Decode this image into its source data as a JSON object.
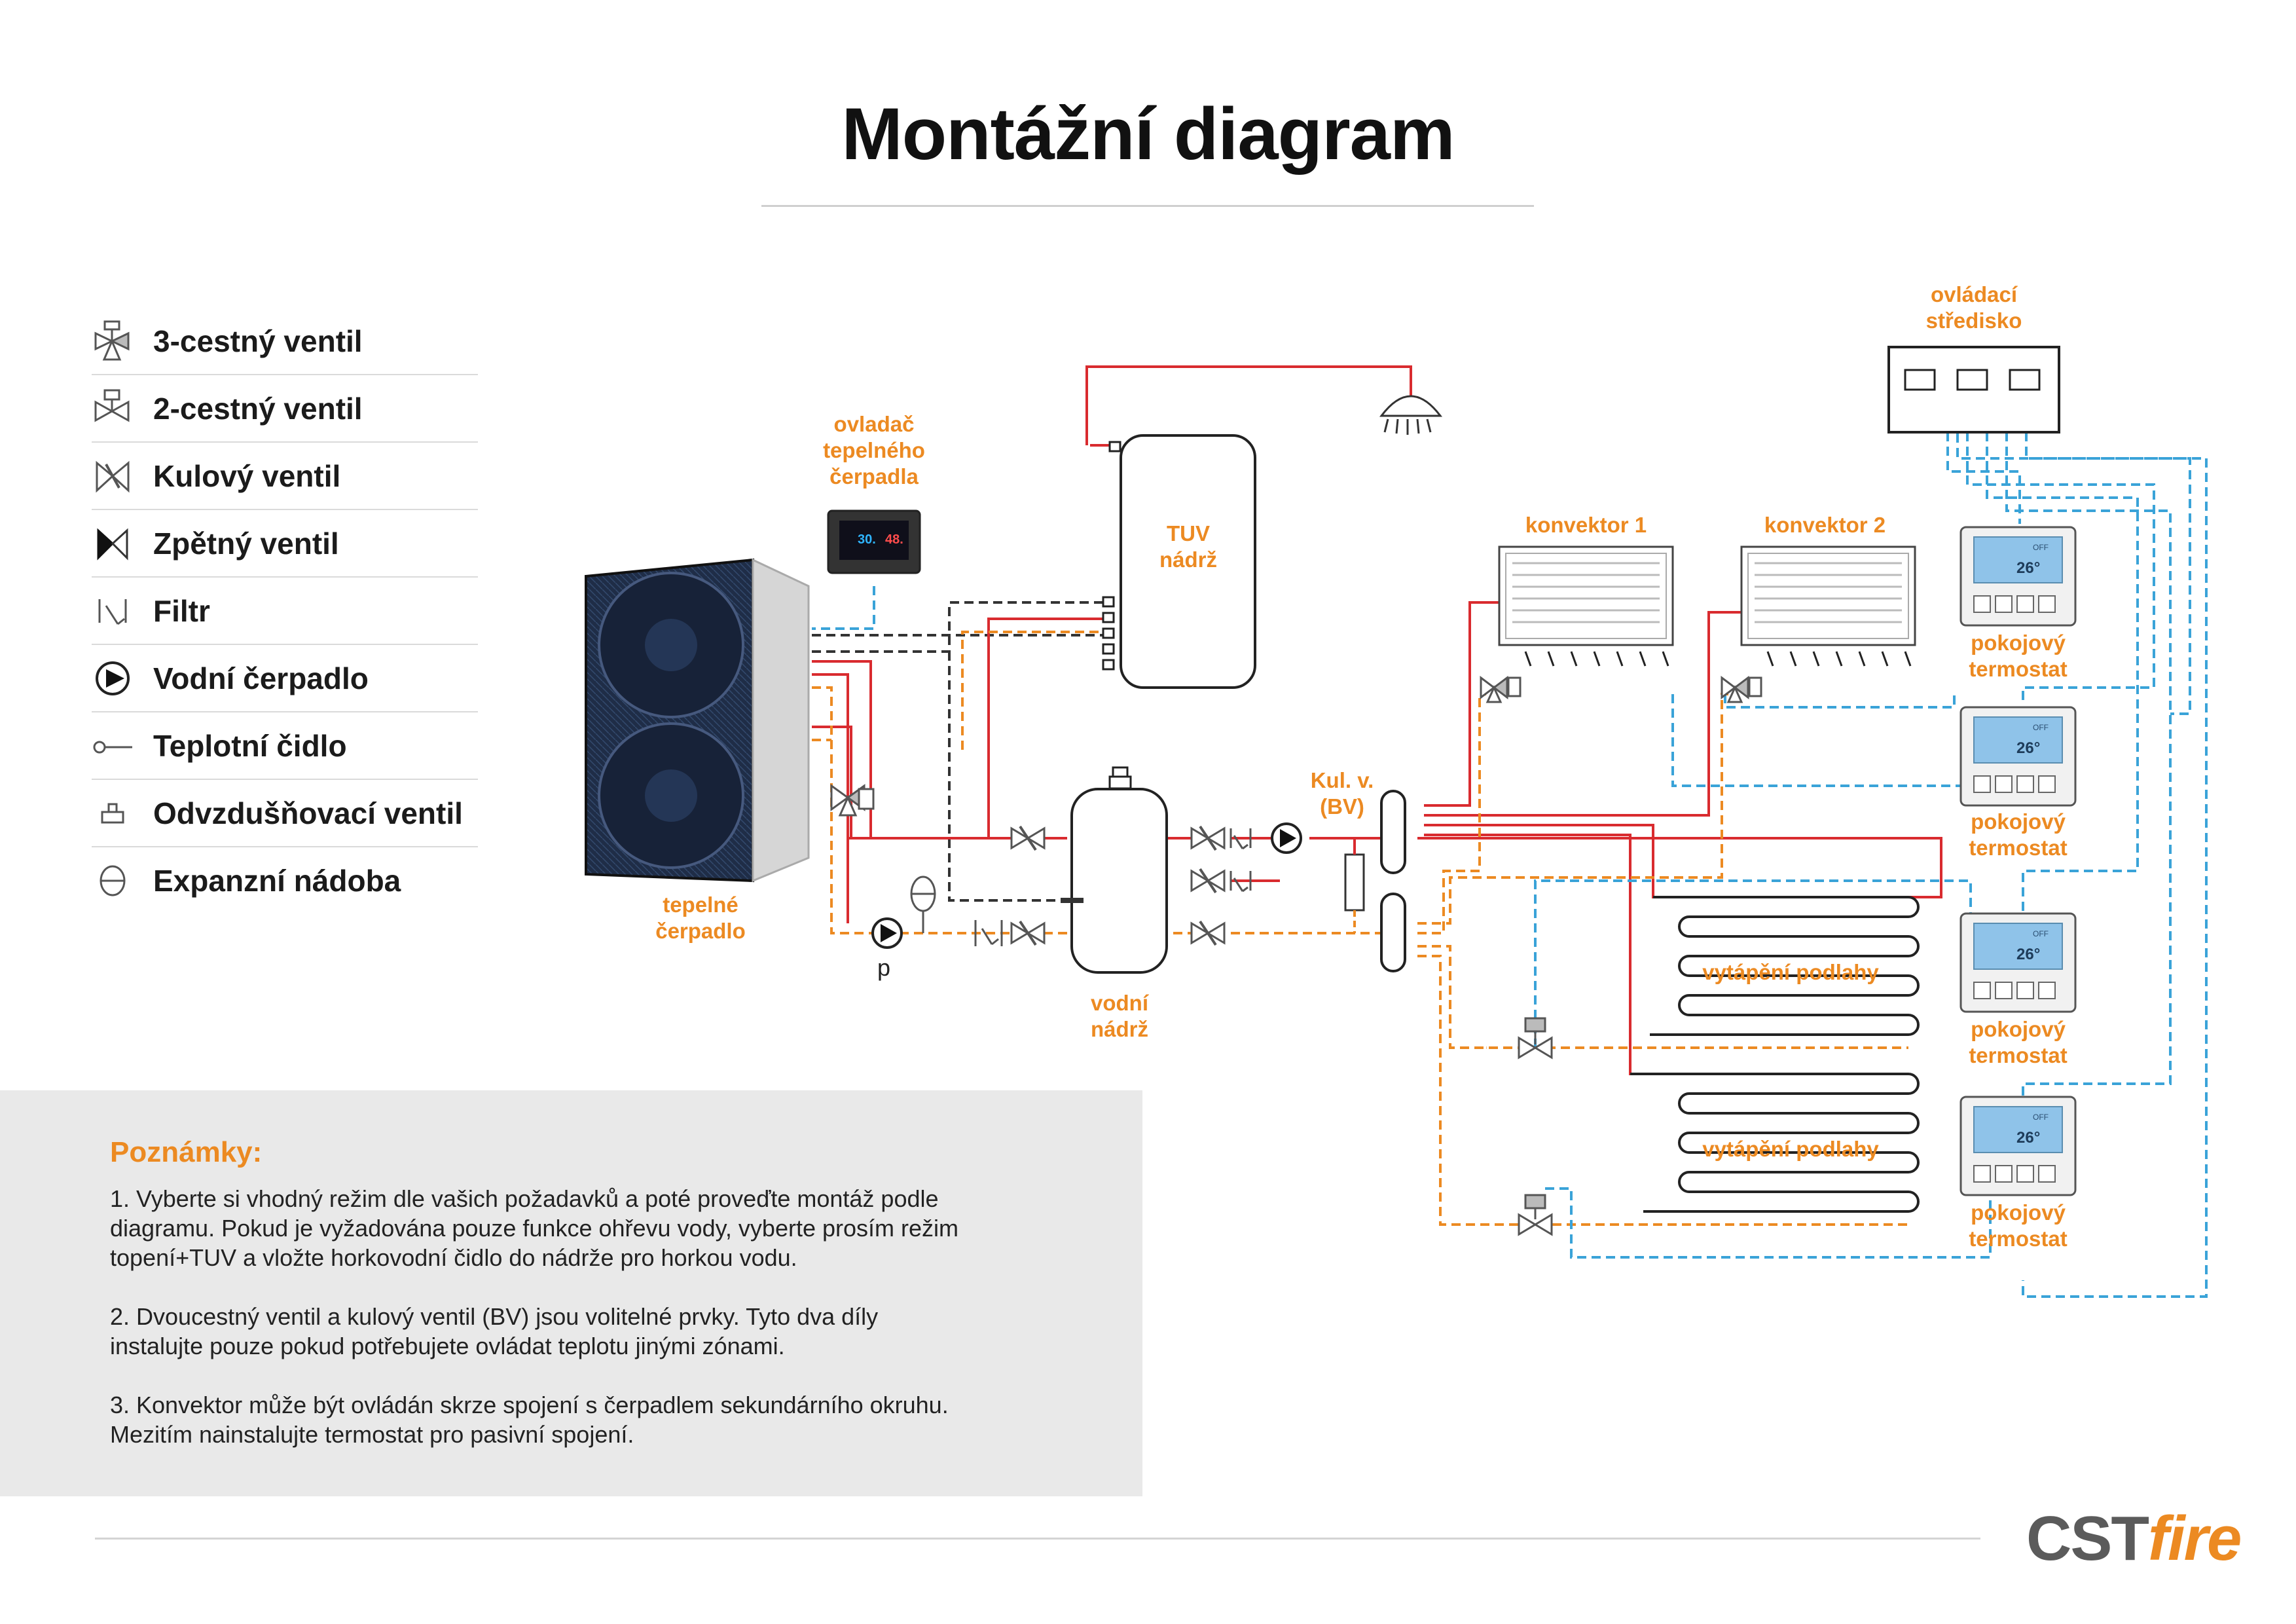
{
  "title": "Montážní diagram",
  "legend": [
    {
      "icon": "three-way-valve-icon",
      "label": "3-cestný ventil"
    },
    {
      "icon": "two-way-valve-icon",
      "label": "2-cestný ventil"
    },
    {
      "icon": "ball-valve-icon",
      "label": "Kulový ventil"
    },
    {
      "icon": "check-valve-icon",
      "label": "Zpětný ventil"
    },
    {
      "icon": "filter-icon",
      "label": "Filtr"
    },
    {
      "icon": "water-pump-icon",
      "label": "Vodní čerpadlo"
    },
    {
      "icon": "temperature-sensor-icon",
      "label": "Teplotní čidlo"
    },
    {
      "icon": "air-vent-valve-icon",
      "label": "Odvzdušňovací ventil"
    },
    {
      "icon": "expansion-vessel-icon",
      "label": "Expanzní nádoba"
    }
  ],
  "diagram": {
    "controller": [
      "ovladač",
      "tepelného",
      "čerpadla"
    ],
    "controller_display": {
      "left": "30.",
      "right": "48."
    },
    "heat_pump": [
      "tepelné",
      "čerpadlo"
    ],
    "pump_label": "p",
    "tuv_tank": [
      "TUV",
      "nádrž"
    ],
    "water_tank": [
      "vodní",
      "nádrž"
    ],
    "ball_valve": [
      "Kul. v.",
      "(BV)"
    ],
    "control_center": [
      "ovládací",
      "středisko"
    ],
    "convector_1": "konvektor 1",
    "convector_2": "konvektor 2",
    "floor_heating_1": "vytápění podlahy",
    "floor_heating_2": "vytápění podlahy",
    "thermostat": [
      "pokojový",
      "termostat"
    ],
    "thermostat_display": {
      "mode": "OFF",
      "temp": "26°"
    }
  },
  "notes": {
    "title": "Poznámky:",
    "items": [
      [
        "1. Vyberte si vhodný režim dle vašich požadavků a poté proveďte montáž podle",
        "diagramu. Pokud je vyžadována pouze funkce ohřevu vody, vyberte prosím režim",
        "topení+TUV a vložte horkovodní čidlo do nádrže pro horkou vodu."
      ],
      [
        "2. Dvoucestný ventil a kulový ventil (BV) jsou volitelné prvky. Tyto dva díly",
        "instalujte pouze pokud potřebujete ovládat teplotu jinými zónami."
      ],
      [
        "3. Konvektor může být ovládán skrze spojení s čerpadlem sekundárního okruhu.",
        "Mezitím nainstalujte termostat pro pasivní spojení."
      ]
    ]
  },
  "logo": {
    "part1": "CST",
    "part2": "fire"
  },
  "colors": {
    "accent": "#EC8A22",
    "supply": "#D92B2F",
    "return": "#EC8A22",
    "control": "#3AA3D8",
    "signal": "#333333"
  }
}
